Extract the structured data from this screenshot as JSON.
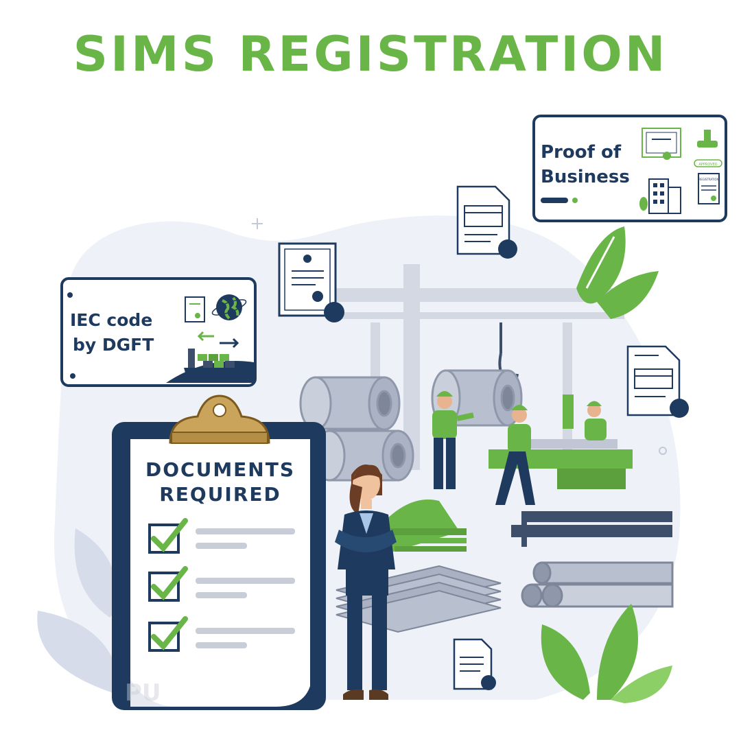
{
  "title": "SIMS REGISTRATION",
  "colors": {
    "accent_green": "#6ab547",
    "navy": "#1f3a5f",
    "blob": "#eef1f7",
    "steel": "#b8bfcf"
  },
  "cards": {
    "iec": {
      "line1": "IEC code",
      "line2": "by DGFT"
    },
    "proof": {
      "line1": "Proof of",
      "line2": "Business",
      "stamp_label": "APPROVED",
      "doc_label": "REGISTRATION"
    }
  },
  "clipboard": {
    "title_line1": "DOCUMENTS",
    "title_line2": "REQUIRED",
    "items_checked": 3
  },
  "watermark": "PU",
  "icons": [
    "document-icon",
    "certificate-icon",
    "globe-icon",
    "ship-icon",
    "building-icon",
    "stamp-icon",
    "checkmark-icon",
    "leaf-icon"
  ]
}
